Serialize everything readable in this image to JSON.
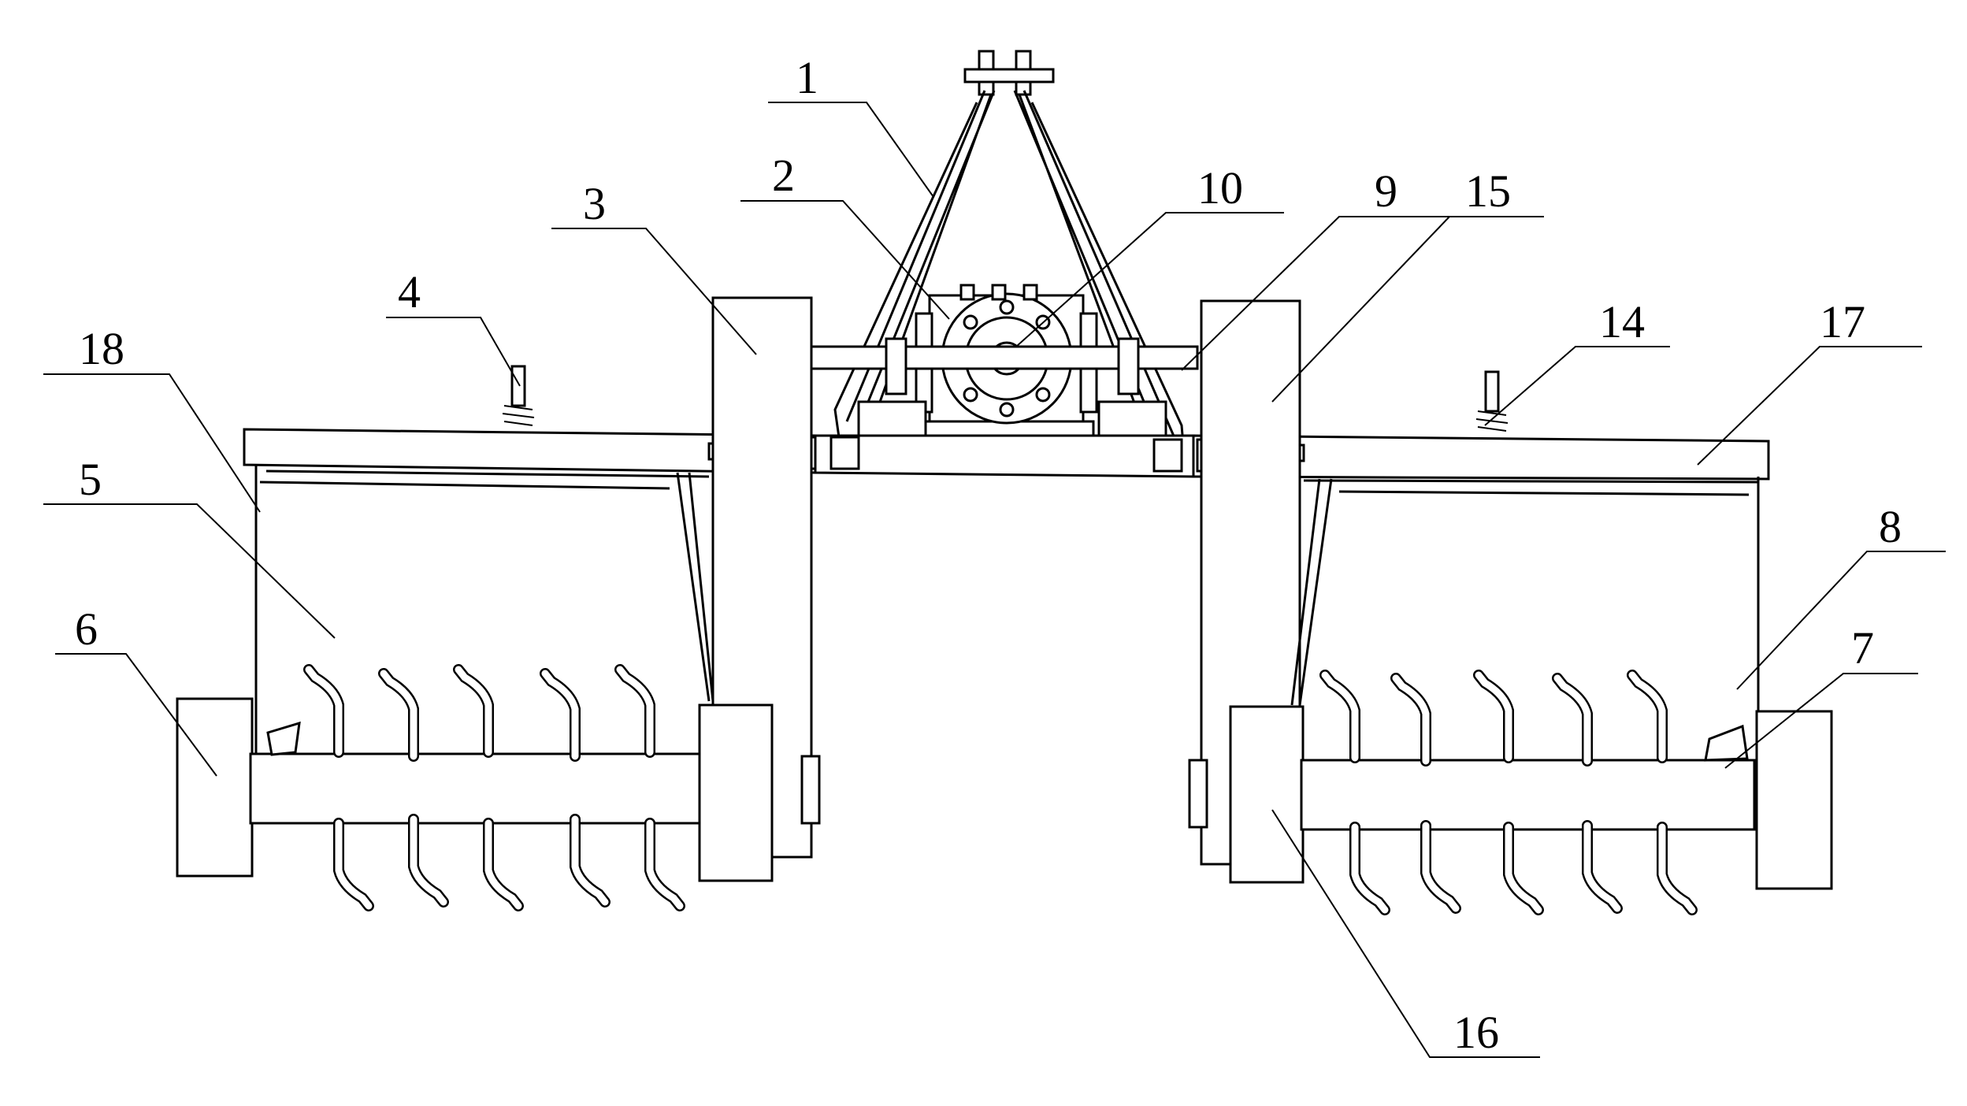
{
  "figure": {
    "labels": [
      "1",
      "2",
      "3",
      "4",
      "18",
      "5",
      "6",
      "10",
      "9",
      "15",
      "14",
      "17",
      "8",
      "7",
      "16"
    ]
  }
}
